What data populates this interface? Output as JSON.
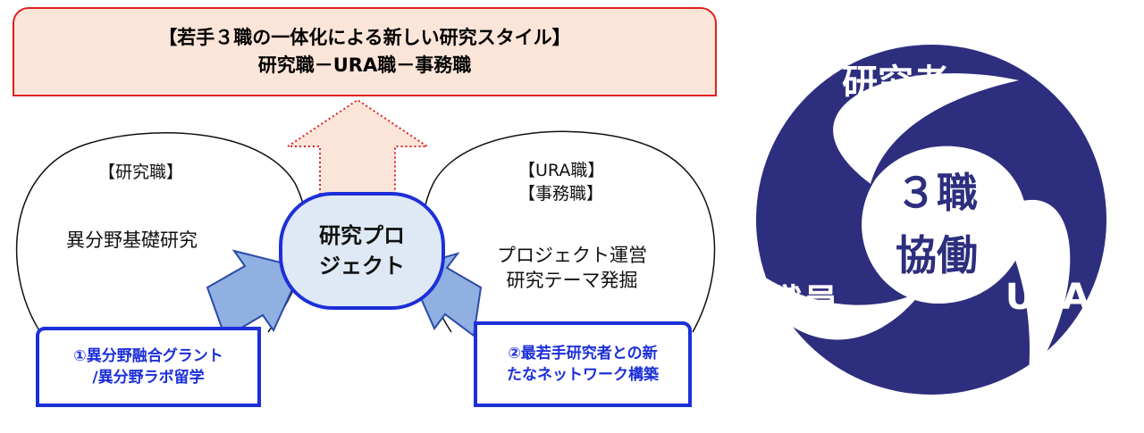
{
  "banner": {
    "line1": "【若手３職の一体化による新しい研究スタイル】",
    "line2": "研究職－URA職－事務職"
  },
  "left_bubble": {
    "title": "【研究職】",
    "body": "異分野基礎研究"
  },
  "right_bubble": {
    "title1": "【URA職】",
    "title2": "【事務職】",
    "body1": "プロジェクト運営",
    "body2": "研究テーマ発掘"
  },
  "project": {
    "line1": "研究プロ",
    "line2": "ジェクト"
  },
  "left_callout": {
    "line1": "①異分野融合グラント",
    "line2": "/異分野ラボ留学"
  },
  "right_callout": {
    "line1": "②最若手研究者との新",
    "line2": "たなネットワーク構築"
  },
  "triskele": {
    "center_line1": "３職",
    "center_line2": "協働",
    "segments": [
      "研究者",
      "URA",
      "職員"
    ],
    "colors": {
      "ring": "#2e2e7f",
      "gap": "#ffffff"
    }
  },
  "colors": {
    "banner_fill": "#fbe5d9",
    "banner_border": "#e02020",
    "arrow_fill": "#fbe5d9",
    "arrow_border": "#e02020",
    "accent_blue": "#1c2fd9",
    "project_fill": "#dfe8f5",
    "side_arrow_fill": "#8fb0e0",
    "side_arrow_border": "#2b4aa8"
  }
}
